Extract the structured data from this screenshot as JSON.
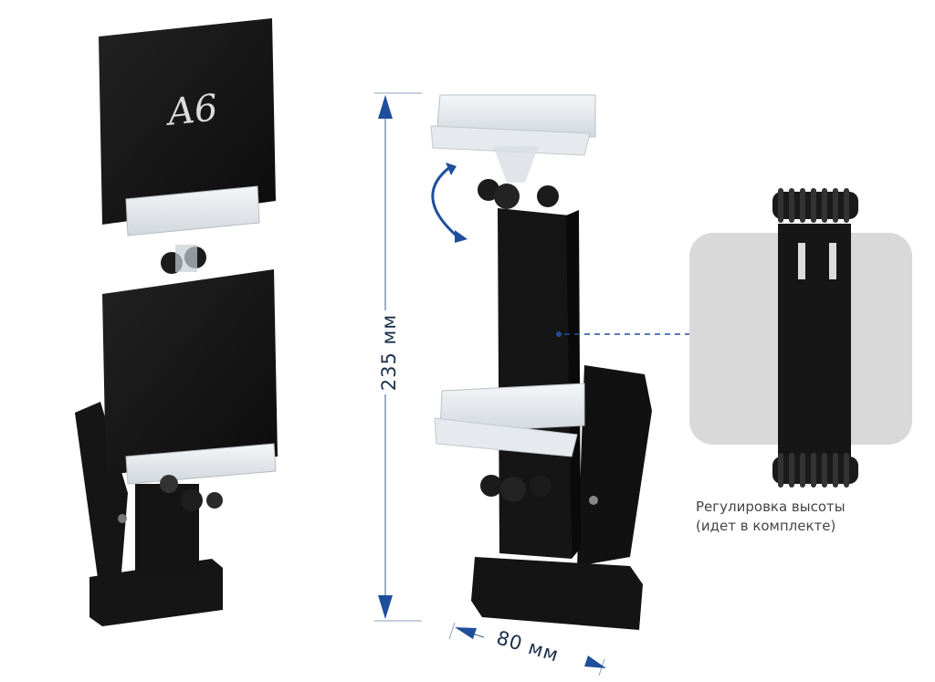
{
  "chalkboard_text": "A6",
  "dimensions": {
    "height": "235 мм",
    "width": "80 мм"
  },
  "caption": {
    "line1": "Регулировка высоты",
    "line2": "(идет в комплекте)"
  },
  "colors": {
    "accent": "#1f4f9c",
    "product": "#1a1a1a",
    "panel": "#d9d9d9"
  }
}
